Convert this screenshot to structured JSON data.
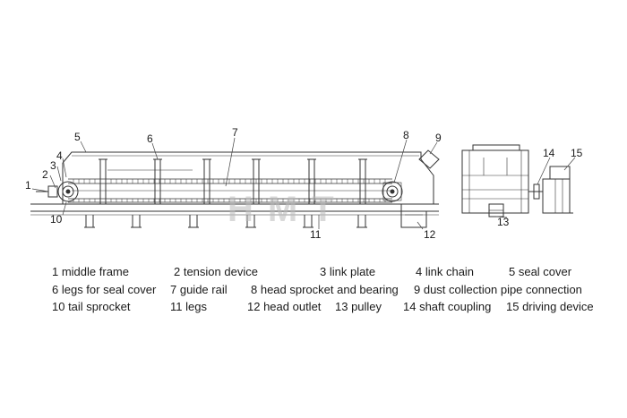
{
  "watermark": "HMT",
  "callouts": {
    "c1": "1",
    "c2": "2",
    "c3": "3",
    "c4": "4",
    "c5": "5",
    "c6": "6",
    "c7": "7",
    "c8": "8",
    "c9": "9",
    "c10": "10",
    "c11": "11",
    "c12": "12",
    "c13": "13",
    "c14": "14",
    "c15": "15"
  },
  "legend": [
    "1  middle frame",
    "2  tension device",
    "3  link plate",
    "4  link chain",
    "5  seal cover",
    "6  legs for seal cover",
    "7  guide rail",
    "8  head sprocket and bearing",
    "9  dust collection pipe connection",
    "10 tail sprocket",
    "11 legs",
    "12  head outlet",
    "13 pulley",
    "14  shaft coupling",
    "15 driving device"
  ]
}
